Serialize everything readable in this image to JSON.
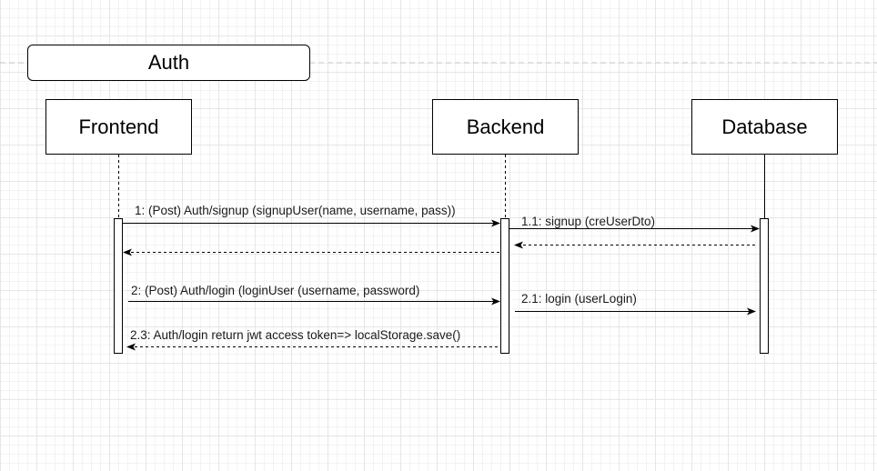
{
  "frame": {
    "title": "Auth"
  },
  "participants": [
    {
      "name": "Frontend"
    },
    {
      "name": "Backend"
    },
    {
      "name": "Database"
    }
  ],
  "messages": [
    {
      "label": "1: (Post) Auth/signup (signupUser(name, username, pass))",
      "from": "Frontend",
      "to": "Backend",
      "style": "solid"
    },
    {
      "label": "1.1: signup (creUserDto)",
      "from": "Backend",
      "to": "Database",
      "style": "solid"
    },
    {
      "label": "",
      "from": "Database",
      "to": "Backend",
      "style": "dashed"
    },
    {
      "label": "",
      "from": "Backend",
      "to": "Frontend",
      "style": "dashed"
    },
    {
      "label": "2: (Post) Auth/login (loginUser (username, password)",
      "from": "Frontend",
      "to": "Backend",
      "style": "solid"
    },
    {
      "label": "2.1: login (userLogin)",
      "from": "Backend",
      "to": "Database",
      "style": "solid"
    },
    {
      "label": "2.3: Auth/login return jwt access token=> localStorage.save()",
      "from": "Backend",
      "to": "Frontend",
      "style": "dashed"
    }
  ]
}
